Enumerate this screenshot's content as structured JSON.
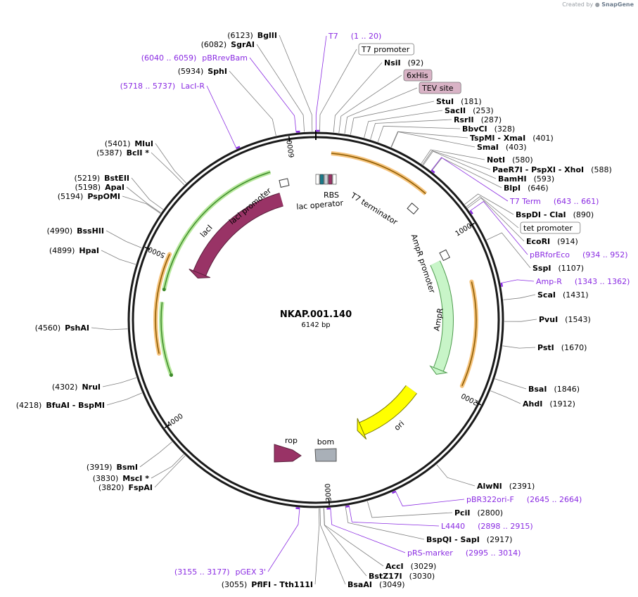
{
  "credit": {
    "prefix": "Created by",
    "brand": "SnapGene"
  },
  "plasmid": {
    "name": "NKAP.001.140",
    "length": "6142 bp",
    "total_bp": 6142
  },
  "ticks": [
    {
      "bp": 1000,
      "label": "1000"
    },
    {
      "bp": 2000,
      "label": "2000"
    },
    {
      "bp": 3000,
      "label": "3000"
    },
    {
      "bp": 4000,
      "label": "4000"
    },
    {
      "bp": 5000,
      "label": "5000"
    },
    {
      "bp": 6000,
      "label": "6000"
    }
  ],
  "right_labels": [
    {
      "bp": 1,
      "type": "feature",
      "name": "T7",
      "pos": "(1 .. 20)"
    },
    {
      "bp": 20,
      "type": "boxed",
      "name": "T7 promoter",
      "pos": ""
    },
    {
      "bp": 92,
      "type": "site",
      "name": "NsiI",
      "pos": "(92)"
    },
    {
      "bp": 120,
      "type": "boxed-pink",
      "name": "6xHis",
      "pos": ""
    },
    {
      "bp": 150,
      "type": "boxed-pink",
      "name": "TEV site",
      "pos": ""
    },
    {
      "bp": 181,
      "type": "site",
      "name": "StuI",
      "pos": "(181)"
    },
    {
      "bp": 253,
      "type": "site",
      "name": "SacII",
      "pos": "(253)"
    },
    {
      "bp": 287,
      "type": "site",
      "name": "RsrII",
      "pos": "(287)"
    },
    {
      "bp": 328,
      "type": "site",
      "name": "BbvCI",
      "pos": "(328)"
    },
    {
      "bp": 401,
      "type": "site",
      "name": "TspMI  -  XmaI",
      "pos": "(401)"
    },
    {
      "bp": 403,
      "type": "site",
      "name": "SmaI",
      "pos": "(403)"
    },
    {
      "bp": 580,
      "type": "site",
      "name": "NotI",
      "pos": "(580)"
    },
    {
      "bp": 588,
      "type": "site",
      "name": "PaeR7I  -  PspXI  -  XhoI",
      "pos": "(588)"
    },
    {
      "bp": 593,
      "type": "site",
      "name": "BamHI",
      "pos": "(593)"
    },
    {
      "bp": 646,
      "type": "site",
      "name": "BlpI",
      "pos": "(646)"
    },
    {
      "bp": 643,
      "type": "feature",
      "name": "T7 Term",
      "pos": "(643 .. 661)"
    },
    {
      "bp": 890,
      "type": "site",
      "name": "BspDI  -  ClaI",
      "pos": "(890)"
    },
    {
      "bp": 905,
      "type": "boxed",
      "name": "tet promoter",
      "pos": ""
    },
    {
      "bp": 914,
      "type": "site",
      "name": "EcoRI",
      "pos": "(914)"
    },
    {
      "bp": 934,
      "type": "feature",
      "name": "pBRforEco",
      "pos": "(934 .. 952)"
    },
    {
      "bp": 1107,
      "type": "site",
      "name": "SspI",
      "pos": "(1107)"
    },
    {
      "bp": 1343,
      "type": "feature",
      "name": "Amp-R",
      "pos": "(1343 .. 1362)"
    },
    {
      "bp": 1431,
      "type": "site",
      "name": "ScaI",
      "pos": "(1431)"
    },
    {
      "bp": 1543,
      "type": "site",
      "name": "PvuI",
      "pos": "(1543)"
    },
    {
      "bp": 1670,
      "type": "site",
      "name": "PstI",
      "pos": "(1670)"
    },
    {
      "bp": 1846,
      "type": "site",
      "name": "BsaI",
      "pos": "(1846)"
    },
    {
      "bp": 1912,
      "type": "site",
      "name": "AhdI",
      "pos": "(1912)"
    },
    {
      "bp": 2391,
      "type": "site",
      "name": "AlwNI",
      "pos": "(2391)"
    },
    {
      "bp": 2645,
      "type": "feature",
      "name": "pBR322ori-F",
      "pos": "(2645 .. 2664)"
    },
    {
      "bp": 2800,
      "type": "site",
      "name": "PciI",
      "pos": "(2800)"
    },
    {
      "bp": 2898,
      "type": "feature",
      "name": "L4440",
      "pos": "(2898 .. 2915)"
    },
    {
      "bp": 2917,
      "type": "site",
      "name": "BspQI  -  SapI",
      "pos": "(2917)"
    },
    {
      "bp": 2995,
      "type": "feature",
      "name": "pRS-marker",
      "pos": "(2995 .. 3014)"
    },
    {
      "bp": 3029,
      "type": "site",
      "name": "AccI",
      "pos": "(3029)"
    },
    {
      "bp": 3030,
      "type": "site",
      "name": "BstZ17I",
      "pos": "(3030)"
    },
    {
      "bp": 3049,
      "type": "site",
      "name": "BsaAI",
      "pos": "(3049)"
    }
  ],
  "left_labels": [
    {
      "bp": 3055,
      "type": "site",
      "name": "PflFI  -  Tth111I",
      "pos": "(3055)"
    },
    {
      "bp": 3155,
      "type": "feature",
      "name": "pGEX 3'",
      "pos": "(3155 .. 3177)"
    },
    {
      "bp": 3820,
      "type": "site",
      "name": "FspAI",
      "pos": "(3820)"
    },
    {
      "bp": 3830,
      "type": "site",
      "name": "MscI *",
      "pos": "(3830)"
    },
    {
      "bp": 3919,
      "type": "site",
      "name": "BsmI",
      "pos": "(3919)"
    },
    {
      "bp": 4218,
      "type": "site",
      "name": "BfuAI  -  BspMI",
      "pos": "(4218)"
    },
    {
      "bp": 4302,
      "type": "site",
      "name": "NruI",
      "pos": "(4302)"
    },
    {
      "bp": 4560,
      "type": "site",
      "name": "PshAI",
      "pos": "(4560)"
    },
    {
      "bp": 4899,
      "type": "site",
      "name": "HpaI",
      "pos": "(4899)"
    },
    {
      "bp": 4990,
      "type": "site",
      "name": "BssHII",
      "pos": "(4990)"
    },
    {
      "bp": 5194,
      "type": "site",
      "name": "PspOMI",
      "pos": "(5194)"
    },
    {
      "bp": 5198,
      "type": "site",
      "name": "ApaI",
      "pos": "(5198)"
    },
    {
      "bp": 5219,
      "type": "site",
      "name": "BstEII",
      "pos": "(5219)"
    },
    {
      "bp": 5387,
      "type": "site",
      "name": "BclI *",
      "pos": "(5387)"
    },
    {
      "bp": 5401,
      "type": "site",
      "name": "MluI",
      "pos": "(5401)"
    },
    {
      "bp": 5718,
      "type": "feature",
      "name": "LacI-R",
      "pos": "(5718 .. 5737)"
    },
    {
      "bp": 5934,
      "type": "site",
      "name": "SphI",
      "pos": "(5934)"
    },
    {
      "bp": 6040,
      "type": "feature",
      "name": "pBRrevBam",
      "pos": "(6040 .. 6059)"
    },
    {
      "bp": 6082,
      "type": "site",
      "name": "SgrAI",
      "pos": "(6082)"
    },
    {
      "bp": 6123,
      "type": "site",
      "name": "BglII",
      "pos": "(6123)"
    }
  ],
  "features": [
    {
      "name": "T7 terminator",
      "label": "T7 terminator",
      "start": 380,
      "end": 720,
      "color": "#f5c27a",
      "stroke": "#8a5a00",
      "kind": "arc"
    },
    {
      "name": "AmpR",
      "label": "AmpR",
      "start": 1100,
      "end": 1950,
      "color": "#c8f5c8",
      "stroke": "#4c9a4c",
      "kind": "arrow"
    },
    {
      "name": "AmpR promoter",
      "label": "AmpR promoter",
      "start": 1000,
      "end": 1100,
      "color": "#ffffff",
      "stroke": "#333333",
      "kind": "small-arrow"
    },
    {
      "name": "ori",
      "label": "ori",
      "start": 2100,
      "end": 2700,
      "color": "#ffff00",
      "stroke": "#777700",
      "kind": "arrow"
    },
    {
      "name": "lacI",
      "label": "lacI",
      "start": 5830,
      "end": 4920,
      "color": "#993366",
      "stroke": "#5a1f3c",
      "kind": "arrow"
    },
    {
      "name": "lacI promoter",
      "label": "lacI promoter",
      "start": 5900,
      "end": 5830,
      "color": "#ffffff",
      "stroke": "#333333",
      "kind": "small-arrow"
    },
    {
      "name": "lac operator",
      "label": "lac operator",
      "start": 25,
      "end": 40,
      "color": "#ffffff",
      "stroke": "#333333",
      "kind": "box"
    },
    {
      "name": "RBS",
      "label": "RBS",
      "start": 70,
      "end": 90,
      "color": "#ffffff",
      "stroke": "#333333",
      "kind": "box"
    },
    {
      "name": "rop",
      "label": "rop",
      "start": 3320,
      "end": 3390,
      "color": "#993366",
      "stroke": "#5a1f3c",
      "kind": "block-arrow"
    },
    {
      "name": "bom",
      "label": "bom",
      "start": 3400,
      "end": 3440,
      "color": "#a9b0b8",
      "stroke": "#555555",
      "kind": "block"
    }
  ],
  "orange_arcs": [
    {
      "start": 1300,
      "end": 1950
    },
    {
      "start": 4400,
      "end": 5020
    }
  ],
  "green_arcs": [
    {
      "start": 5850,
      "end": 4800
    },
    {
      "start": 4720,
      "end": 4250
    }
  ],
  "colors": {
    "site": "#000000",
    "feature": "#8a2be2",
    "ring": "#222222",
    "leader": "#7f7f7f"
  }
}
